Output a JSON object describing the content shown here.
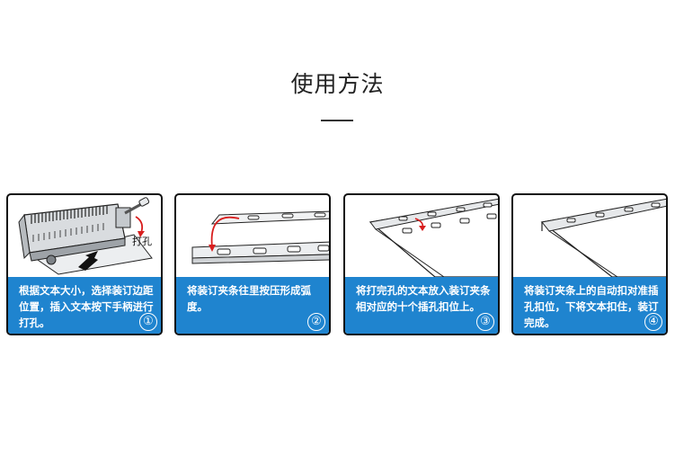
{
  "title": "使用方法",
  "steps": [
    {
      "illus_label": "打孔",
      "caption": "根据文本大小，选择装订边距位置，插入文本按下手柄进行打孔。",
      "number": "①"
    },
    {
      "caption": "将装订夹条往里按压形成弧度。",
      "number": "②"
    },
    {
      "caption": "将打完孔的文本放入装订夹条相对应的十个插孔扣位上。",
      "number": "③"
    },
    {
      "caption": "将装订夹条上的自动扣对准插孔扣位，下将文本扣住，装订完成。",
      "number": "④"
    }
  ],
  "colors": {
    "caption_bg": "#1f84cf",
    "arrow": "#d81e1e",
    "border": "#111111"
  }
}
